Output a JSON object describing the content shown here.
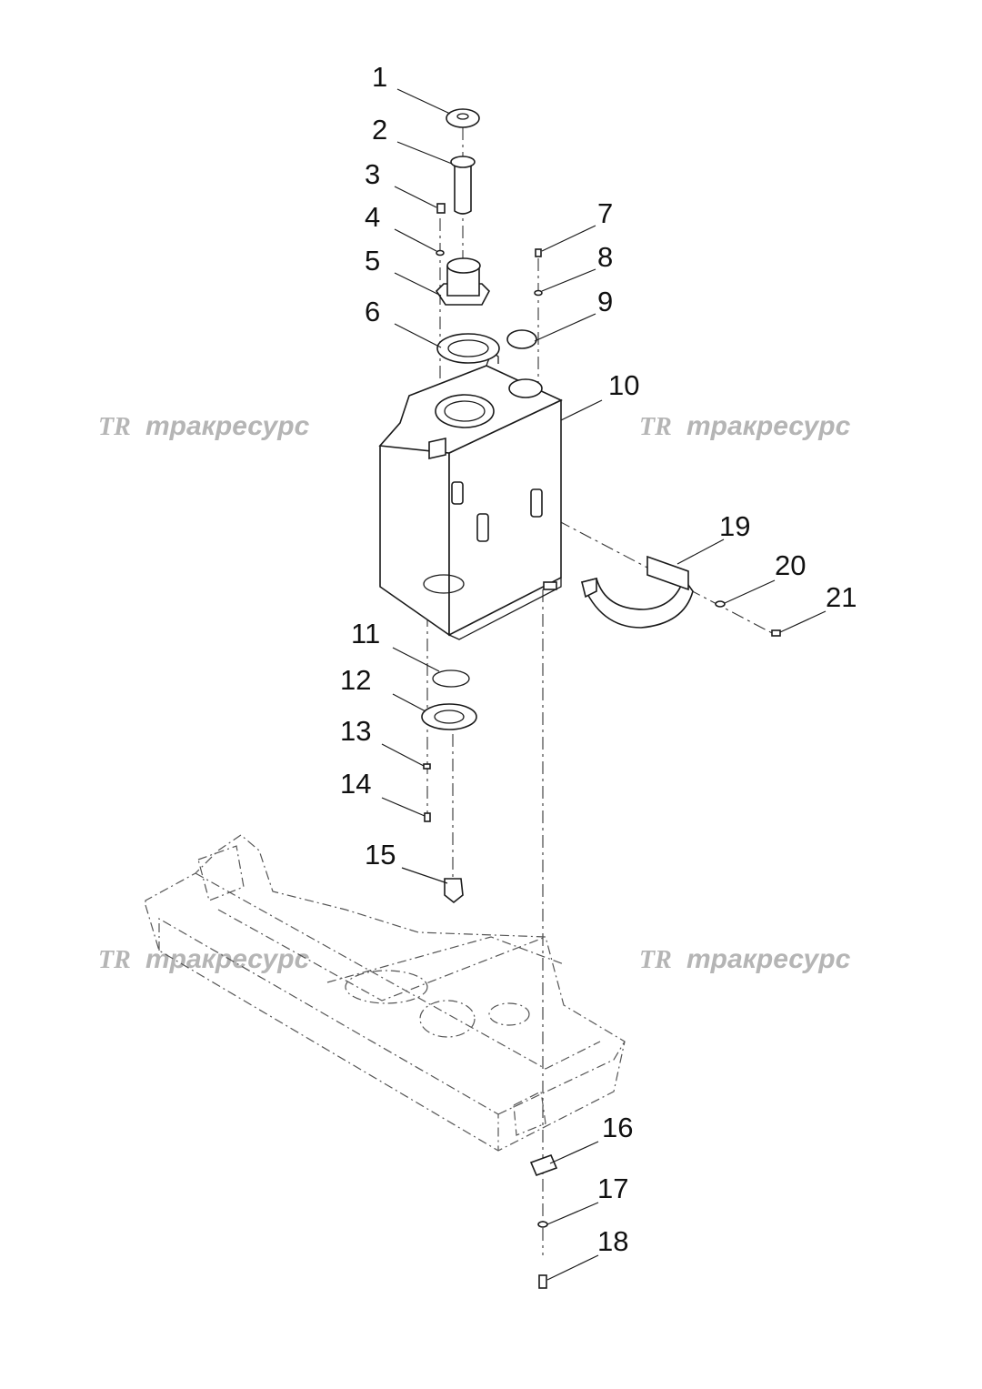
{
  "callouts": [
    {
      "number": "1"
    },
    {
      "number": "2"
    },
    {
      "number": "3"
    },
    {
      "number": "4"
    },
    {
      "number": "5"
    },
    {
      "number": "6"
    },
    {
      "number": "7"
    },
    {
      "number": "8"
    },
    {
      "number": "9"
    },
    {
      "number": "10"
    },
    {
      "number": "11"
    },
    {
      "number": "12"
    },
    {
      "number": "13"
    },
    {
      "number": "14"
    },
    {
      "number": "15"
    },
    {
      "number": "16"
    },
    {
      "number": "17"
    },
    {
      "number": "18"
    },
    {
      "number": "19"
    },
    {
      "number": "20"
    },
    {
      "number": "21"
    }
  ],
  "watermark": {
    "logo": "TR",
    "text": "тракресурс",
    "color": "#b5b5b5"
  }
}
